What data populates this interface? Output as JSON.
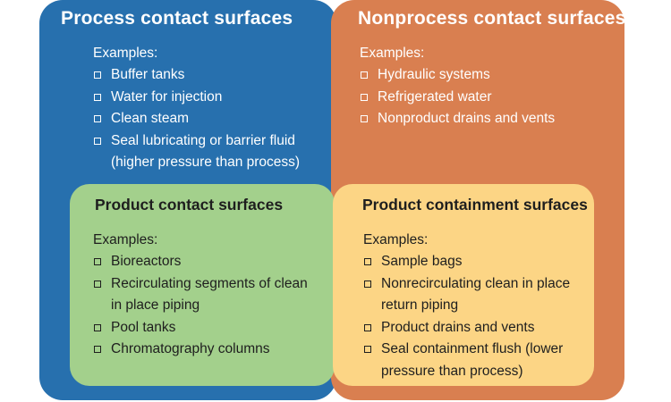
{
  "quadrants": {
    "process": {
      "title": "Process contact surfaces",
      "examples_label": "Examples:",
      "items": [
        "Buffer tanks",
        "Water for injection",
        "Clean steam",
        "Seal lubricating or barrier fluid (higher pressure than process)"
      ],
      "color": "#2770ae"
    },
    "nonprocess": {
      "title": "Nonprocess contact surfaces",
      "examples_label": "Examples:",
      "items": [
        "Hydraulic systems",
        "Refrigerated water",
        "Nonproduct drains and vents"
      ],
      "color": "#d97f50"
    },
    "product": {
      "title": "Product contact surfaces",
      "examples_label": "Examples:",
      "items": [
        "Bioreactors",
        "Recirculating segments of clean in place piping",
        "Pool tanks",
        "Chromatography columns"
      ],
      "color": "#a3d08c"
    },
    "containment": {
      "title": "Product containment surfaces",
      "examples_label": "Examples:",
      "items": [
        "Sample bags",
        "Nonrecirculating clean in place return piping",
        "Product drains and vents",
        "Seal containment flush (lower pressure than process)"
      ],
      "color": "#fcd585"
    }
  }
}
